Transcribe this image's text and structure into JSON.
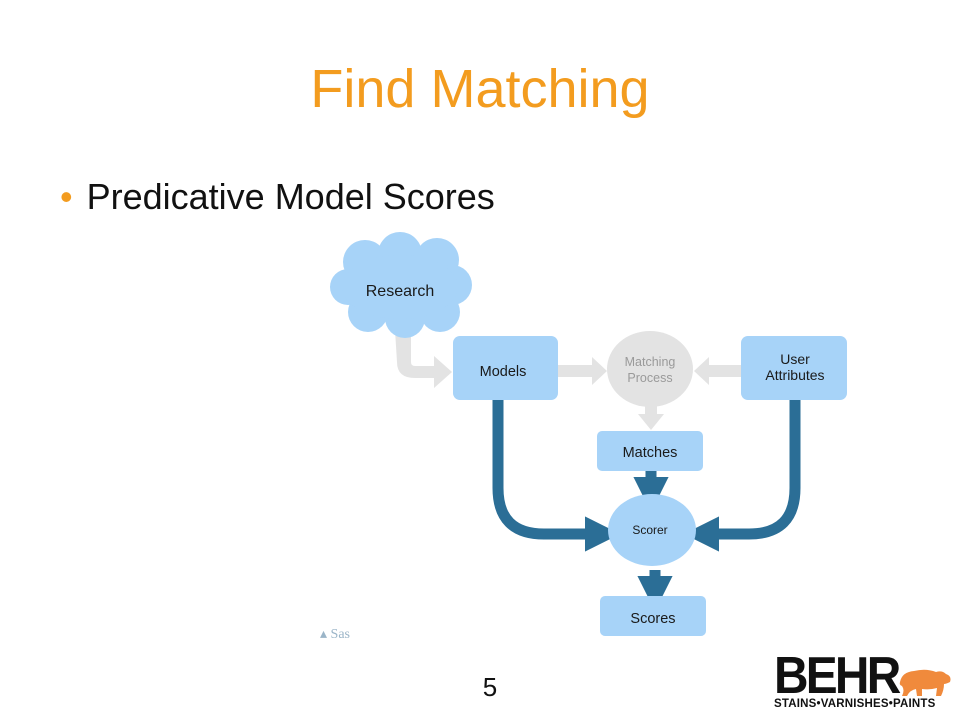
{
  "slide": {
    "title": "Find Matching",
    "bullet": "Predicative Model Scores",
    "page_number": "5"
  },
  "diagram": {
    "research": "Research",
    "models": "Models",
    "matching_process_line1": "Matching",
    "matching_process_line2": "Process",
    "user_attributes_line1": "User",
    "user_attributes_line2": "Attributes",
    "matches": "Matches",
    "scorer": "Scorer",
    "scores": "Scores",
    "watermark": "Sas"
  },
  "logo": {
    "wordmark": "BEHR",
    "tagline": "STAINS•VARNISHES•PAINTS"
  },
  "colors": {
    "title": "#f39c1f",
    "node_fill": "#a7d3f8",
    "dark_arrow": "#2b6e96",
    "light_arrow": "#e3e3e3",
    "bear": "#f08a3c"
  }
}
